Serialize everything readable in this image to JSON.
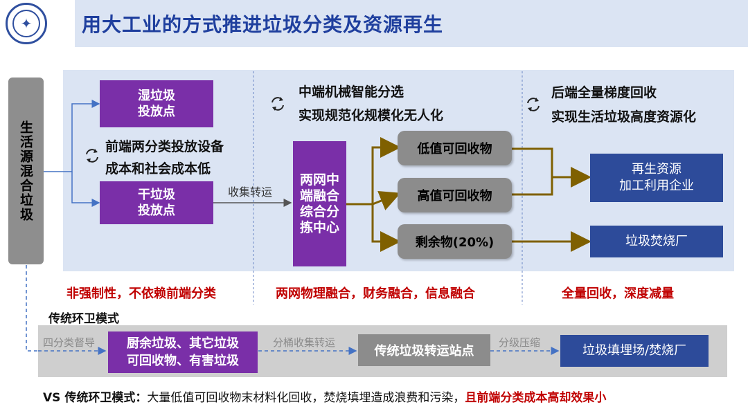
{
  "header": {
    "title": "用大工业的方式推进垃圾分类及资源再生"
  },
  "left_source": "生活源混合垃圾",
  "front": {
    "wet_bin": "湿垃圾\n投放点",
    "dry_bin": "干垃圾\n投放点",
    "note_line1": "前端两分类投放设备",
    "note_line2": "成本和社会成本低",
    "transport": "收集转运"
  },
  "middle": {
    "heading_line1": "中端机械智能分选",
    "heading_line2": "实现规范化规模化无人化",
    "center": "两网中端融合综合分拣中心",
    "outputs": [
      "低值可回收物",
      "高值可回收物",
      "剩余物(20%)"
    ]
  },
  "back": {
    "heading_line1": "后端全量梯度回收",
    "heading_line2": "实现生活垃圾高度资源化",
    "recycler": "再生资源\n加工利用企业",
    "incinerator": "垃圾焚烧厂"
  },
  "red_notes": [
    "非强制性，不依赖前端分类",
    "两网物理融合，财务融合，信息融合",
    "全量回收，深度减量"
  ],
  "traditional": {
    "label": "传统环卫模式",
    "step1_label": "四分类督导",
    "box1": "厨余垃圾、其它垃圾\n可回收物、有害垃圾",
    "step2_label": "分桶收集转运",
    "box2": "传统垃圾转运站点",
    "step3_label": "分级压缩",
    "box3": "垃圾填埋场/焚烧厂"
  },
  "footer": {
    "prefix": "VS 传统环卫模式：",
    "text": "大量低值可回收物末材料化回收，焚烧填埋造成浪费和污染，",
    "highlight": "且前端分类成本高却效果小"
  },
  "colors": {
    "title": "#1f3f9e",
    "purple": "#7a2fa8",
    "blue_box": "#2d4b9a",
    "arrow_brown": "#7f6000",
    "arrow_blue": "#4472c4",
    "red": "#c00000"
  },
  "icons": [
    "university-seal-icon",
    "cycle-arrows-icon"
  ]
}
